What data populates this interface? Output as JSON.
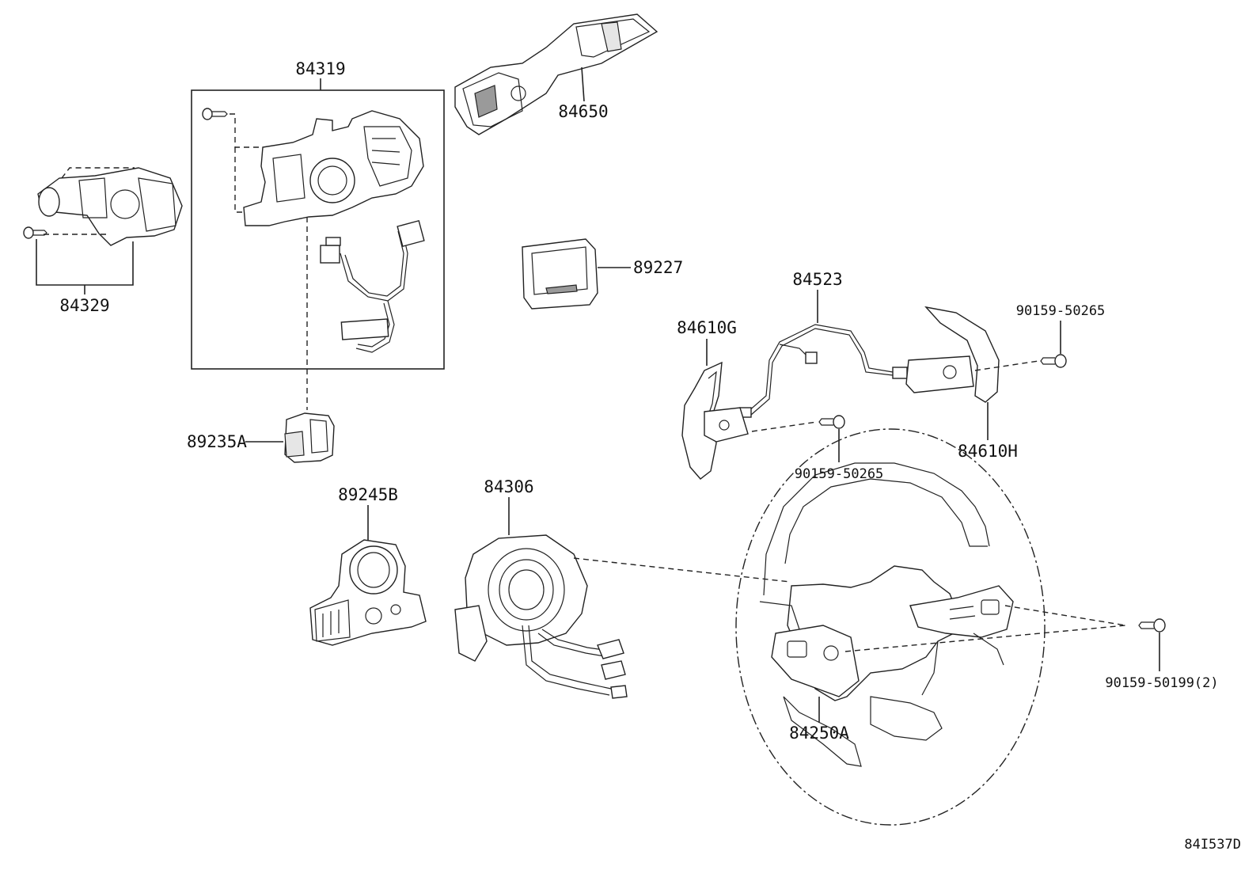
{
  "diagram": {
    "part_labels": {
      "p84319": "84319",
      "p84650": "84650",
      "p84329": "84329",
      "p89227": "89227",
      "p84523": "84523",
      "p90159_50265_top": "90159-50265",
      "p84610G": "84610G",
      "p89235A": "89235A",
      "p84610H": "84610H",
      "p90159_50265_mid": "90159-50265",
      "p89245B": "89245B",
      "p84306": "84306",
      "p90159_50199": "90159-50199(2)",
      "p84250A": "84250A"
    },
    "drawing_code": "84I537D"
  }
}
